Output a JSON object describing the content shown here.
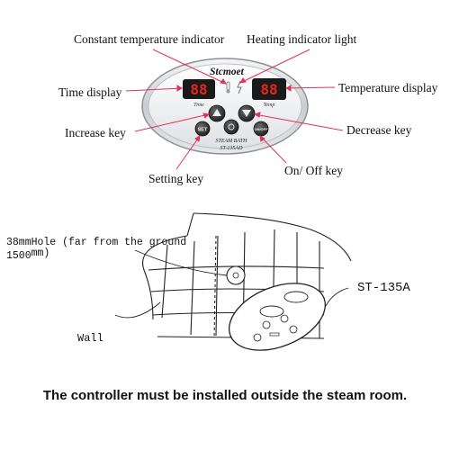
{
  "callouts": {
    "constant_temp": "Constant temperature indicator",
    "heating_light": "Heating indicator light",
    "time_display": "Time display",
    "temp_display": "Temperature display",
    "increase_key": "Increase key",
    "decrease_key": "Decrease key",
    "setting_key": "Setting key",
    "onoff_key": "On/ Off key"
  },
  "panel": {
    "brand": "Stcmoet",
    "time_readout": "88",
    "temp_readout": "88",
    "time_caption": "Time",
    "temp_caption": "Temp",
    "line1": "STEAM BATH",
    "line2": "ST-135AD",
    "set_key": "SET",
    "onoff": "ON/OFF"
  },
  "install": {
    "hole_note": "38mmHole (far from the ground",
    "height_value": "1500",
    "height_unit": "mm)",
    "wall_label": "Wall",
    "model_label": "ST-135A"
  },
  "footer_note": "The controller must be installed outside the steam room.",
  "colors": {
    "display_red": "#e8261c",
    "panel_silver": "#d9dcdf",
    "arrow": "#e0335a"
  }
}
